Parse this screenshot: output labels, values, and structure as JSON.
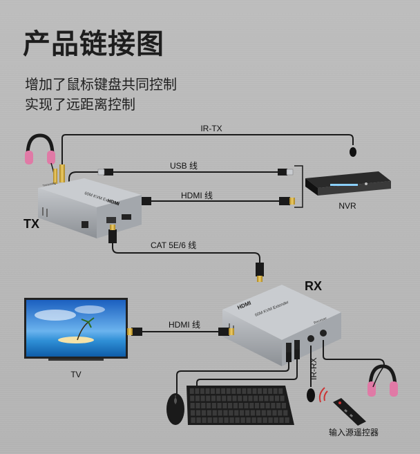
{
  "heading": {
    "title": "产品链接图",
    "line1": "增加了鼠标键盘共同控制",
    "line2": "实现了远距离控制"
  },
  "labels": {
    "ir_tx": "IR-TX",
    "usb": "USB 线",
    "hdmi_top": "HDMI 线",
    "nvr": "NVR",
    "tx": "TX",
    "cat": "CAT 5E/6 线",
    "rx": "RX",
    "hdmi_bottom": "HDMI 线",
    "tv": "TV",
    "ir_rx": "IR-RX",
    "remote": "输入源遥控器"
  },
  "devices": {
    "tx_model": "60M KVM Extender",
    "tx_brand": "HDMI",
    "tx_side": "Transmitter",
    "rx_model": "60M KVM Extender",
    "rx_brand": "HDMI",
    "rx_side": "Receiver"
  },
  "colors": {
    "cable": "#1a1a1a",
    "connector_gold": "#c9a43a",
    "headphone_pink": "#e07aa6",
    "device_body": "#9a9ea3"
  }
}
